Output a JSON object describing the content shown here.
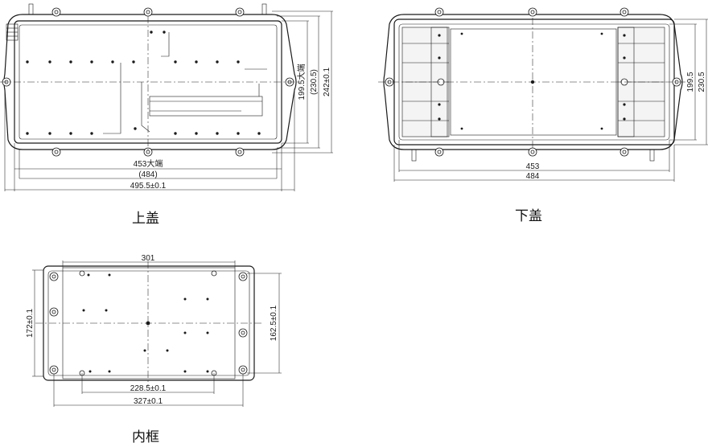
{
  "views": {
    "top_cover": {
      "caption": "上盖",
      "dims": {
        "width_big_end": "453大端",
        "width_ref": "(484)",
        "width_overall": "495.5±0.1",
        "height_big_end": "199.5大端",
        "height_ref": "(230.5)",
        "height_overall": "242±0.1"
      }
    },
    "bottom_cover": {
      "caption": "下盖",
      "dims": {
        "width_inner": "453",
        "width_outer": "484",
        "height_inner": "199.5",
        "height_outer": "230.5"
      }
    },
    "inner_frame": {
      "caption": "内框",
      "dims": {
        "top_span": "301",
        "bottom_inner": "228.5±0.1",
        "bottom_outer": "327±0.1",
        "left_height": "172±0.1",
        "right_height": "162.5±0.1"
      }
    }
  }
}
